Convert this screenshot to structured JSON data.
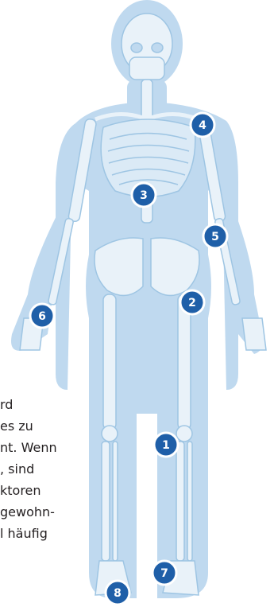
{
  "text_fragments": [
    "rd",
    "es zu",
    "nt. Wenn",
    ", sind",
    "ktoren",
    "gewohn-",
    "l häufig"
  ],
  "markers": [
    {
      "label": "1"
    },
    {
      "label": "2"
    },
    {
      "label": "3"
    },
    {
      "label": "4"
    },
    {
      "label": "5"
    },
    {
      "label": "6"
    },
    {
      "label": "7"
    },
    {
      "label": "8"
    }
  ],
  "colors": {
    "body_silhouette": "#bfd9ef",
    "bone": "#e9f2f9",
    "bone_edge": "#9ec5e3",
    "marker_fill": "#1f5fa8",
    "marker_ring": "#ffffff",
    "text": "#231f20"
  }
}
